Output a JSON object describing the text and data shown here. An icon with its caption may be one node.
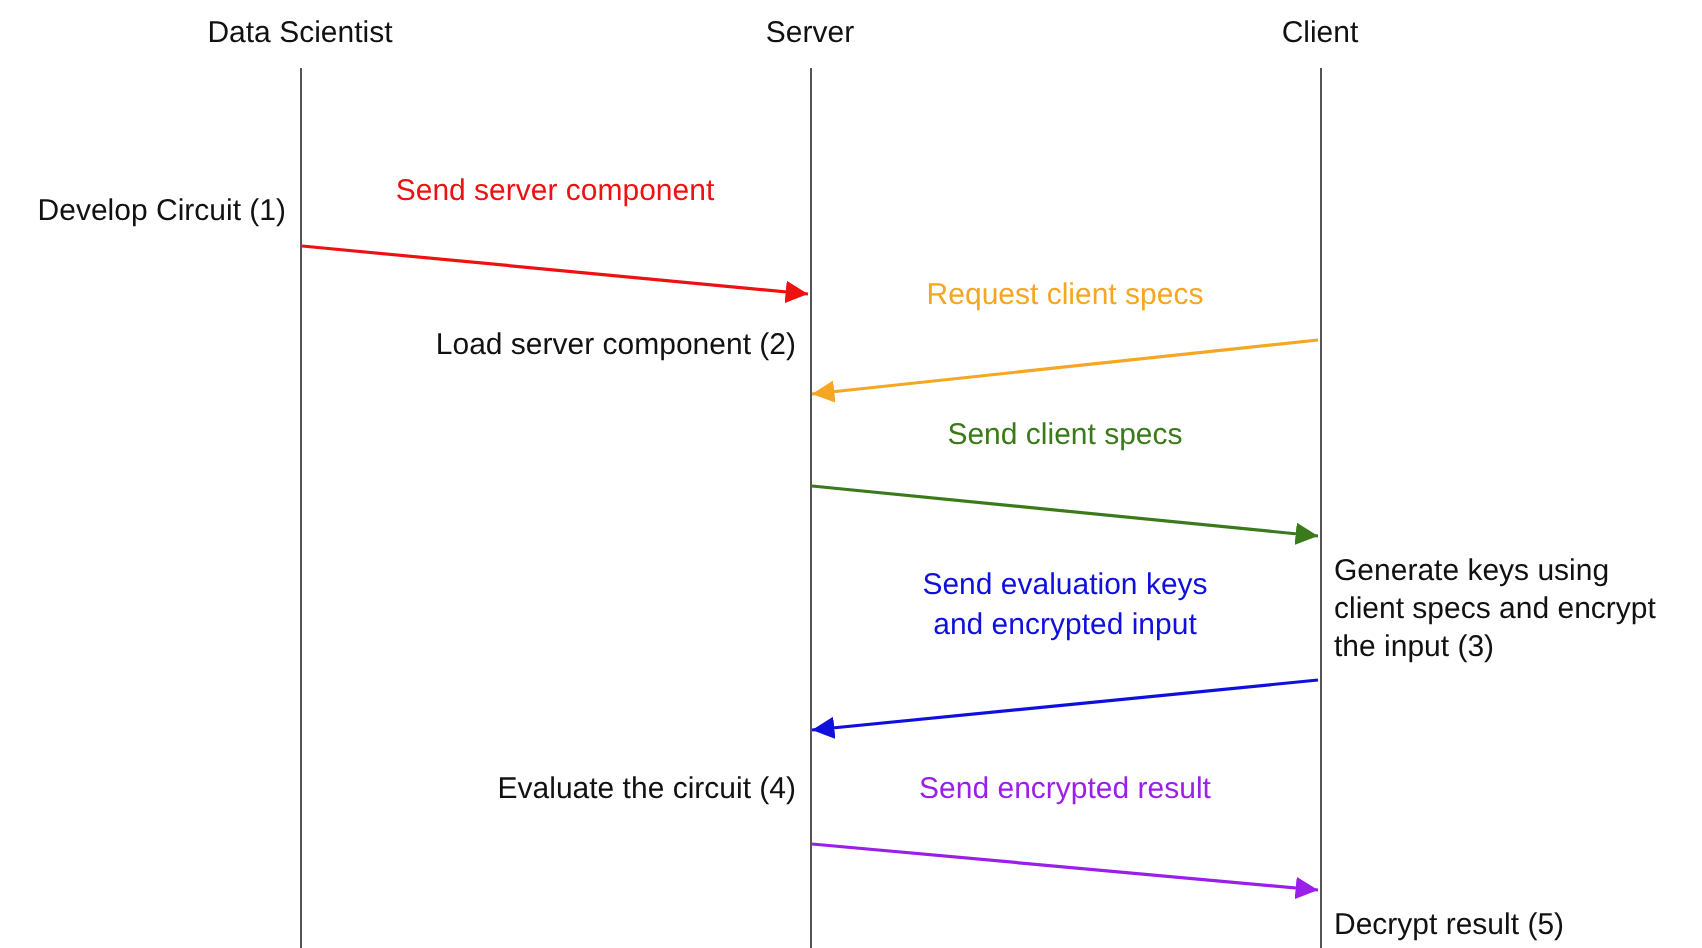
{
  "diagram": {
    "nodes": [
      {
        "text": [
          "Data Scientist"
        ]
      },
      {
        "text": [
          "Server"
        ]
      },
      {
        "text": [
          "Client"
        ]
      }
    ],
    "edges": [
      {
        "from": 0,
        "to": 1,
        "arrow": "to",
        "label": "Send server component",
        "color": "#ee1111"
      },
      {
        "from": 2,
        "to": 1,
        "arrow": "to",
        "label": "Request client specs",
        "color": "#f5a623"
      },
      {
        "from": 1,
        "to": 2,
        "arrow": "to",
        "label": "Send client specs",
        "color": "#3a7a1a"
      },
      {
        "from": 2,
        "to": 1,
        "arrow": "to",
        "label": "Send evaluation keys and encrypted input",
        "color": "#1010dd"
      },
      {
        "from": 1,
        "to": 2,
        "arrow": "to",
        "label": "Send encrypted result",
        "color": "#9b1fe8"
      }
    ],
    "labels": [
      "Develop Circuit (1)",
      "Load server component (2)",
      "Generate keys using client specs and encrypt the input (3)",
      "Evaluate the circuit (4)",
      "Decrypt result (5)"
    ]
  }
}
